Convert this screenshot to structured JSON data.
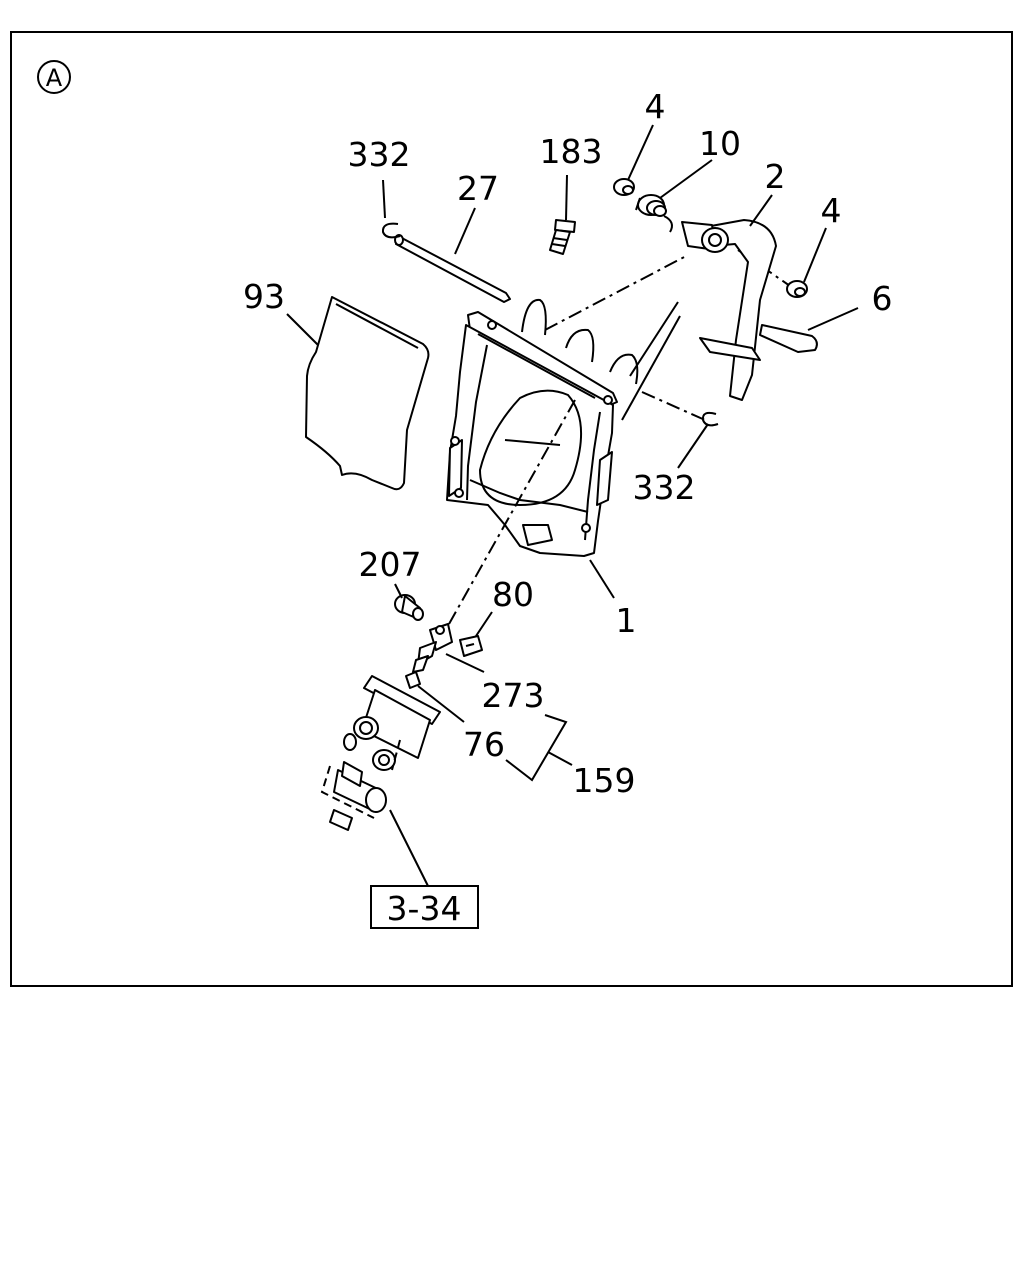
{
  "section_marker": "A",
  "callouts": {
    "c332_top": "332",
    "c27": "27",
    "c183": "183",
    "c4_top": "4",
    "c10": "10",
    "c2": "2",
    "c4_right": "4",
    "c6": "6",
    "c93": "93",
    "c332_right": "332",
    "c1": "1",
    "c207": "207",
    "c80": "80",
    "c273": "273",
    "c76": "76",
    "c159": "159"
  },
  "reference_box": "3-34"
}
